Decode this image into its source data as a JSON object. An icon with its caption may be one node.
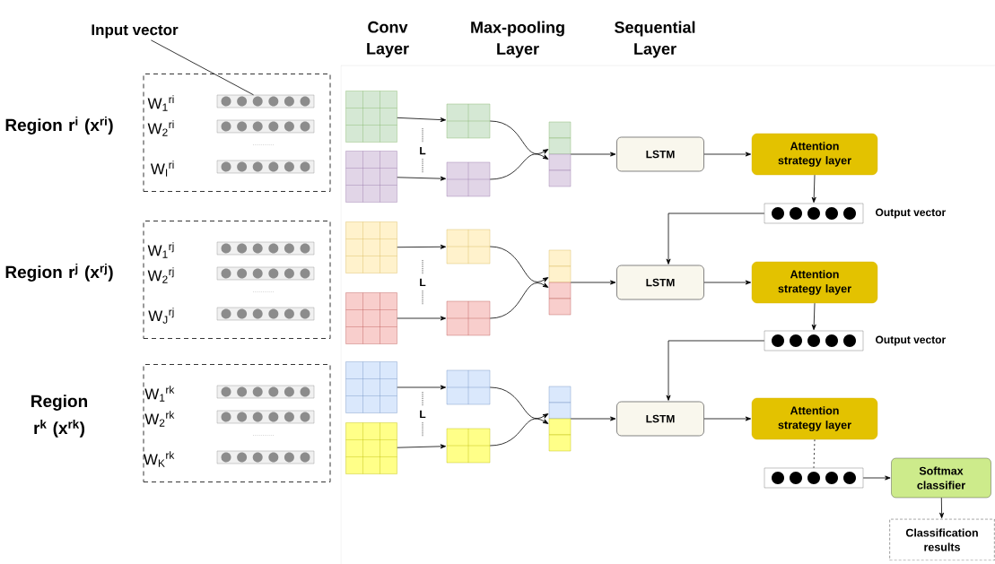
{
  "diagram": {
    "nodes": [
      {
        "text": [
          "Input vector"
        ]
      },
      {
        "text": [
          "W$_{1}$$^{ri}$",
          "W$_{2}$$^{ri}$",
          "W$_{I}$$^{ri}$"
        ],
        "beside": [
          "Region r$^{i}$ (x$^{ri}$)"
        ]
      },
      {
        "text": [],
        "shape": "bar",
        "in": 1
      },
      {
        "text": [],
        "shape": "bar",
        "in": 1
      },
      {
        "text": [],
        "shape": "bar",
        "in": 1
      },
      {
        "text": [
          "W$_{1}$$^{rj}$",
          "W$_{2}$$^{rj}$",
          "W$_{J}$$^{rj}$"
        ],
        "beside": [
          "Region r$^{j}$ (x$^{rj}$)"
        ]
      },
      {
        "text": [],
        "shape": "bar",
        "in": 5
      },
      {
        "text": [],
        "shape": "bar",
        "in": 5
      },
      {
        "text": [],
        "shape": "bar",
        "in": 5
      },
      {
        "text": [
          "W$_{1}$$^{rk}$",
          "W$_{2}$$^{rk}$",
          "W$_{K}$$^{rk}$"
        ],
        "beside": [
          "Region r$^{k}$ (x$^{rk}$)"
        ]
      },
      {
        "text": [],
        "shape": "bar",
        "in": 9
      },
      {
        "text": [],
        "shape": "bar",
        "in": 9
      },
      {
        "text": [],
        "shape": "bar",
        "in": 9
      },
      {
        "text": [],
        "shape": "grid"
      },
      {
        "text": [],
        "shape": "grid"
      },
      {
        "text": [],
        "shape": "grid"
      },
      {
        "text": [],
        "shape": "grid"
      },
      {
        "text": [],
        "shape": "grid"
      },
      {
        "text": [],
        "shape": "grid"
      },
      {
        "text": [],
        "shape": "grid"
      },
      {
        "text": [],
        "shape": "grid"
      },
      {
        "text": [],
        "shape": "grid"
      },
      {
        "text": [],
        "shape": "grid"
      },
      {
        "text": [],
        "shape": "grid"
      },
      {
        "text": [],
        "shape": "grid"
      },
      {
        "text": [],
        "shape": "bar"
      },
      {
        "text": [],
        "shape": "bar"
      },
      {
        "text": [],
        "shape": "bar"
      },
      {
        "text": [
          "LSTM"
        ]
      },
      {
        "text": [
          "LSTM"
        ]
      },
      {
        "text": [
          "LSTM"
        ]
      },
      {
        "text": [
          "Attention strategy layer"
        ]
      },
      {
        "text": [
          "Attention strategy layer"
        ]
      },
      {
        "text": [
          "Attention strategy layer"
        ]
      },
      {
        "text": [],
        "shape": "bar",
        "beside": [
          "Output vector"
        ]
      },
      {
        "text": [],
        "shape": "bar",
        "beside": [
          "Output vector"
        ]
      },
      {
        "text": [],
        "shape": "bar"
      },
      {
        "text": [
          "Softmax classifier"
        ]
      },
      {
        "text": [
          "Classification results"
        ]
      }
    ],
    "edges": [
      {
        "from": 0,
        "to": 2,
        "arrow": "none"
      },
      {
        "from": 13,
        "to": 19,
        "arrow": "to"
      },
      {
        "from": 14,
        "to": 20,
        "arrow": "to"
      },
      {
        "from": 15,
        "to": 21,
        "arrow": "to"
      },
      {
        "from": 16,
        "to": 22,
        "arrow": "to"
      },
      {
        "from": 17,
        "to": 23,
        "arrow": "to"
      },
      {
        "from": 18,
        "to": 24,
        "arrow": "to"
      },
      {
        "from": 19,
        "to": 25,
        "arrow": "to"
      },
      {
        "from": 20,
        "to": 25,
        "arrow": "to"
      },
      {
        "from": 21,
        "to": 26,
        "arrow": "to"
      },
      {
        "from": 22,
        "to": 26,
        "arrow": "to"
      },
      {
        "from": 23,
        "to": 27,
        "arrow": "to"
      },
      {
        "from": 24,
        "to": 27,
        "arrow": "to"
      },
      {
        "from": 25,
        "to": 28,
        "arrow": "to"
      },
      {
        "from": 26,
        "to": 29,
        "arrow": "to"
      },
      {
        "from": 27,
        "to": 30,
        "arrow": "to"
      },
      {
        "from": 28,
        "to": 31,
        "arrow": "to"
      },
      {
        "from": 29,
        "to": 32,
        "arrow": "to"
      },
      {
        "from": 30,
        "to": 33,
        "arrow": "to"
      },
      {
        "from": 31,
        "to": 34,
        "arrow": "to"
      },
      {
        "from": 32,
        "to": 35,
        "arrow": "to"
      },
      {
        "from": 33,
        "to": 36,
        "arrow": "none",
        "style": "dashed"
      },
      {
        "from": 34,
        "to": 29,
        "arrow": "to"
      },
      {
        "from": 35,
        "to": 30,
        "arrow": "to"
      },
      {
        "from": 36,
        "to": 37,
        "arrow": "to"
      },
      {
        "from": 37,
        "to": 38,
        "arrow": "to"
      }
    ],
    "labels": [
      "Conv Layer",
      "Max-pooling Layer",
      "Sequential Layer",
      "L",
      "L",
      "L"
    ]
  }
}
